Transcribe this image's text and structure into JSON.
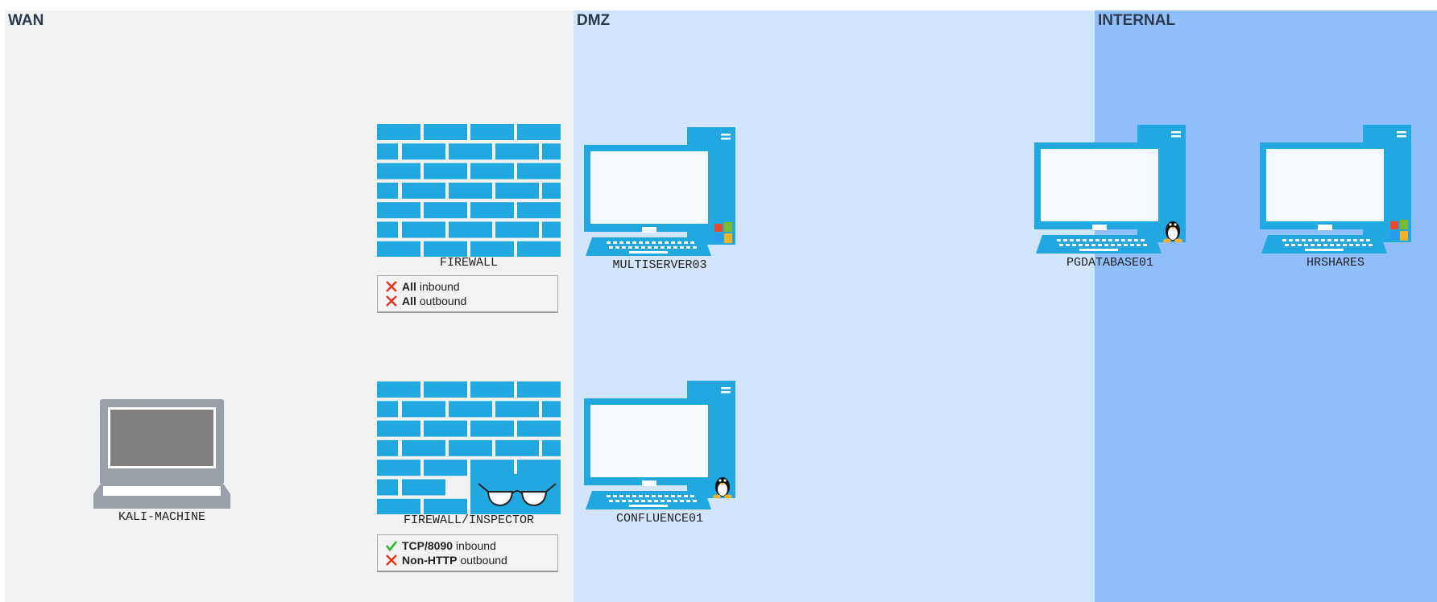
{
  "zones": {
    "wan": "WAN",
    "dmz": "DMZ",
    "internal": "INTERNAL"
  },
  "nodes": {
    "kali": {
      "label": "KALI-MACHINE",
      "icon": "laptop-icon"
    },
    "firewall": {
      "label": "FIREWALL",
      "icon": "brick-wall-icon"
    },
    "firewall_inspector": {
      "label": "FIREWALL/INSPECTOR",
      "icon": "brick-wall-glasses-icon"
    },
    "multiserver": {
      "label": "MULTISERVER03",
      "icon": "desktop-computer-icon",
      "os": "windows-icon"
    },
    "confluence": {
      "label": "CONFLUENCE01",
      "icon": "desktop-computer-icon",
      "os": "linux-tux-icon"
    },
    "pgdatabase": {
      "label": "PGDATABASE01",
      "icon": "desktop-computer-icon",
      "os": "linux-tux-icon"
    },
    "hrshares": {
      "label": "HRSHARES",
      "icon": "desktop-computer-icon",
      "os": "windows-icon"
    }
  },
  "rules": {
    "firewall": [
      {
        "status": "deny",
        "bold": "All",
        "text": "inbound"
      },
      {
        "status": "deny",
        "bold": "All",
        "text": "outbound"
      }
    ],
    "firewall_inspector": [
      {
        "status": "allow",
        "bold": "TCP/8090",
        "text": "inbound"
      },
      {
        "status": "deny",
        "bold": "Non-HTTP",
        "text": "outbound"
      }
    ]
  },
  "colors": {
    "wan_bg": "#f1f2f4",
    "dmz_bg": "#d2e5fd",
    "internal_bg": "#90bffb",
    "device_blue": "#22a8e0",
    "laptop_gray": "#9aa0a8",
    "deny_red": "#e8331c",
    "allow_green": "#2bb52b"
  }
}
